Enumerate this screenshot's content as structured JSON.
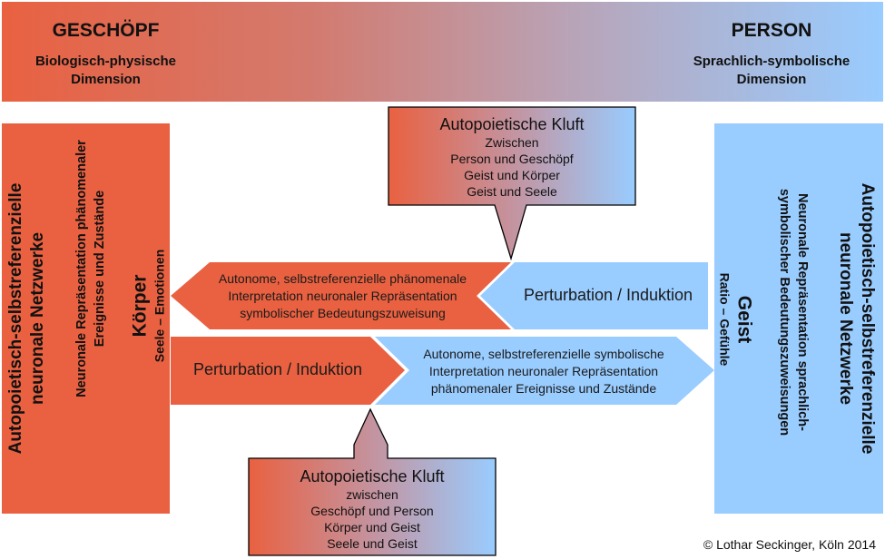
{
  "colors": {
    "geschoepf": "#E96141",
    "person": "#99CCFF",
    "mid": "#C4939F",
    "outline": "#000000"
  },
  "header": {
    "left_title": "GESCHÖPF",
    "left_subtitle": [
      "Biologisch-physische",
      "Dimension"
    ],
    "right_title": "PERSON",
    "right_subtitle": [
      "Sprachlich-symbolische",
      "Dimension"
    ]
  },
  "left_panel": {
    "heading": [
      "Autopoietisch-selbstreferenzielle",
      "neuronale Netzwerke"
    ],
    "description": [
      "Neuronale Repräsentation phänomenaler",
      "Ereignisse und Zustände"
    ],
    "name": "Körper",
    "subname": "Seele – Emotionen"
  },
  "right_panel": {
    "heading": [
      "Autopoietisch-selbstreferenzielle",
      "neuronale Netzwerke"
    ],
    "description": [
      "Neuronale Repräsentation sprachlich-",
      "symbolischer Bedeutungszuweisungen"
    ],
    "name": "Geist",
    "subname": "Ratio – Gefühle"
  },
  "callout_top": {
    "title": "Autopoietische Kluft",
    "lines": [
      "Zwischen",
      "Person und Geschöpf",
      "Geist und Körper",
      "Geist und Seele"
    ]
  },
  "callout_bottom": {
    "title": "Autopoietische Kluft",
    "lines": [
      "zwischen",
      "Geschöpf und Person",
      "Körper und Geist",
      "Seele und Geist"
    ]
  },
  "arrows": {
    "upper_left": [
      "Autonome, selbstreferenzielle phänomenale",
      "Interpretation neuronaler Repräsentation",
      "symbolischer Bedeutungszuweisung"
    ],
    "upper_right": "Perturbation / Induktion",
    "lower_left": "Perturbation / Induktion",
    "lower_right": [
      "Autonome, selbstreferenzielle symbolische",
      "Interpretation neuronaler Repräsentation",
      "phänomenaler Ereignisse und Zustände"
    ]
  },
  "footer": {
    "copyright": "© Lothar Seckinger, Köln 2014"
  }
}
